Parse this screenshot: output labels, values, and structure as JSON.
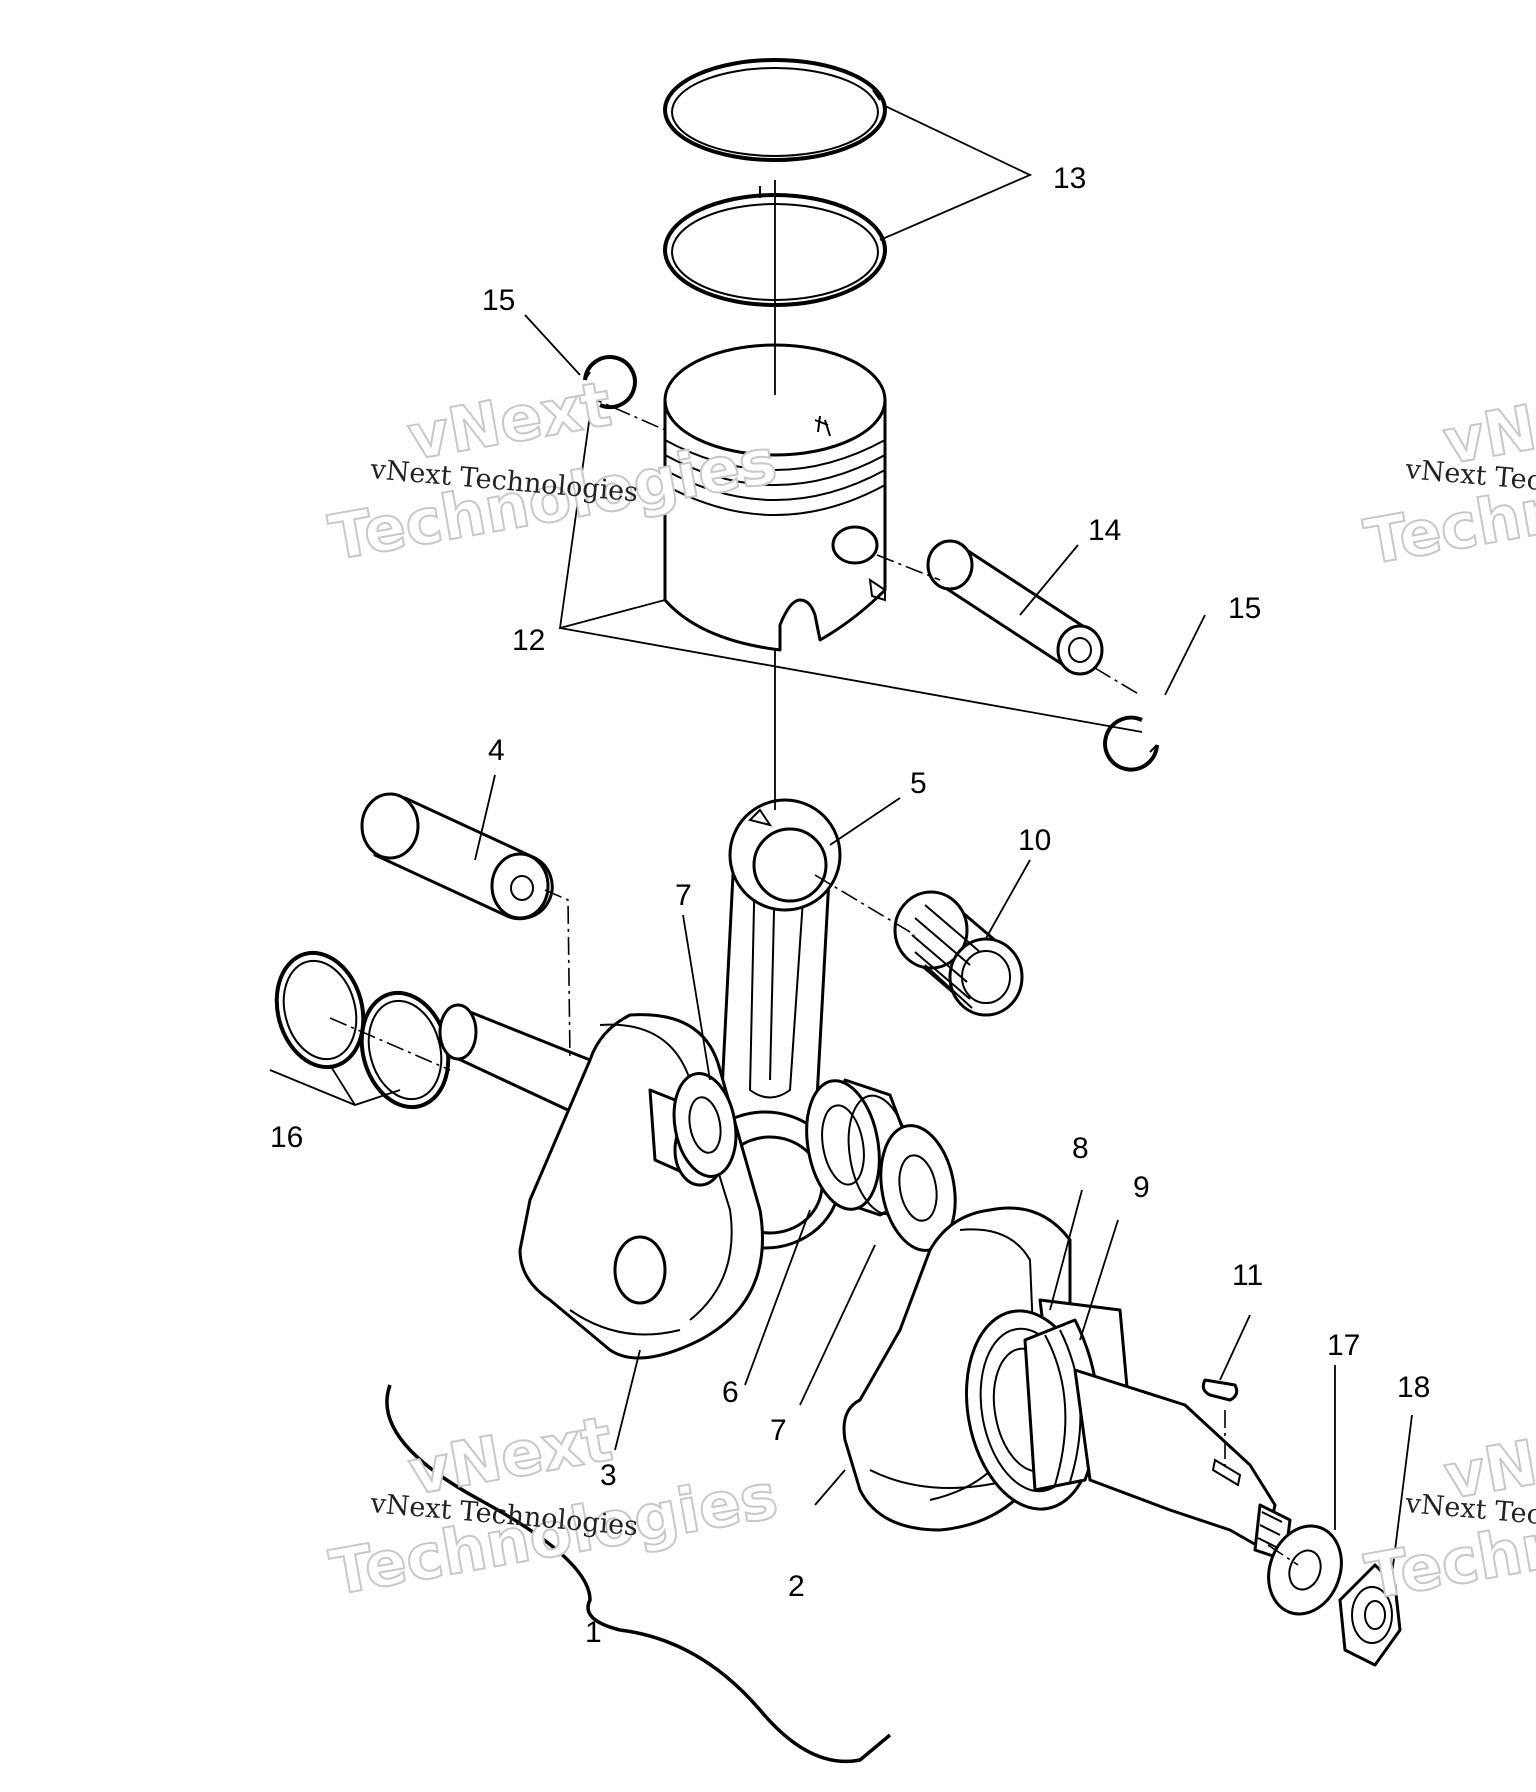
{
  "callouts": [
    {
      "id": "c1",
      "label": "1"
    },
    {
      "id": "c2",
      "label": "2"
    },
    {
      "id": "c3",
      "label": "3"
    },
    {
      "id": "c4",
      "label": "4"
    },
    {
      "id": "c5",
      "label": "5"
    },
    {
      "id": "c6",
      "label": "6"
    },
    {
      "id": "c7a",
      "label": "7"
    },
    {
      "id": "c7b",
      "label": "7"
    },
    {
      "id": "c8",
      "label": "8"
    },
    {
      "id": "c9",
      "label": "9"
    },
    {
      "id": "c10",
      "label": "10"
    },
    {
      "id": "c11",
      "label": "11"
    },
    {
      "id": "c12",
      "label": "12"
    },
    {
      "id": "c13",
      "label": "13"
    },
    {
      "id": "c14",
      "label": "14"
    },
    {
      "id": "c15a",
      "label": "15"
    },
    {
      "id": "c15b",
      "label": "15"
    },
    {
      "id": "c16",
      "label": "16"
    },
    {
      "id": "c17",
      "label": "17"
    },
    {
      "id": "c18",
      "label": "18"
    }
  ],
  "watermark": {
    "brand_big_1": "vNext",
    "brand_big_2": "Technologies",
    "brand_small": "vNext Technologies"
  }
}
